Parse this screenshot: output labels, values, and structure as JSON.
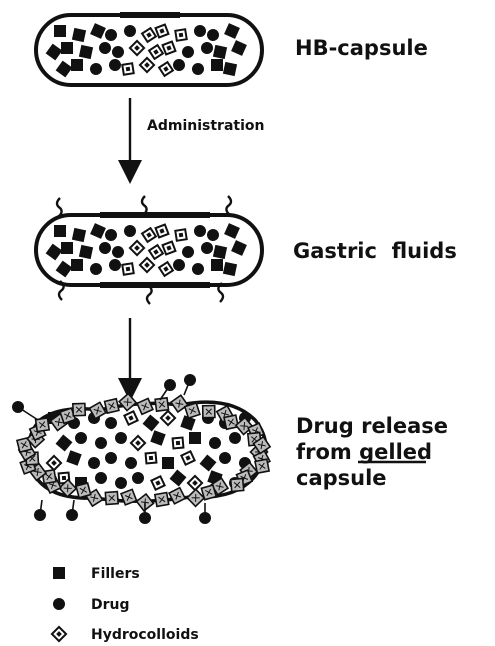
{
  "stages": [
    {
      "label": "HB-capsule"
    },
    {
      "label": "Gastric  fluids"
    },
    {
      "label_lines": [
        "Drug release",
        "from ",
        "capsule"
      ],
      "underlined_word": "gelled"
    }
  ],
  "arrows": [
    {
      "label": "Administration"
    }
  ],
  "legend": [
    {
      "shape": "square",
      "label": "Fillers"
    },
    {
      "shape": "circle",
      "label": "Drug"
    },
    {
      "shape": "diamond",
      "label": "Hydrocolloids"
    }
  ],
  "colors": {
    "ink": "#111111",
    "background": "#ffffff"
  }
}
